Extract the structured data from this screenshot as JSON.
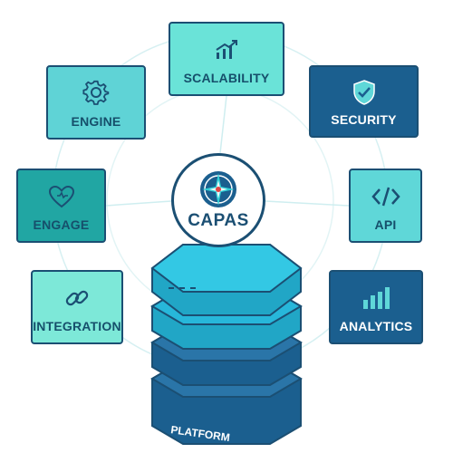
{
  "hub": {
    "label": "CAPAS"
  },
  "tiles": {
    "scalability": "SCALABILITY",
    "security": "SECURITY",
    "engine": "ENGINE",
    "engage": "ENGAGE",
    "api": "API",
    "integration": "INTEGRATION",
    "analytics": "ANALYTICS"
  },
  "stack": {
    "label": "PLATFORM"
  },
  "icons": [
    "growth-chart-icon",
    "shield-check-icon",
    "gear-icon",
    "heart-icon",
    "code-brackets-icon",
    "link-icon",
    "bar-chart-icon",
    "compass-icon"
  ],
  "colors": {
    "light_teal": "#6ae3d8",
    "teal": "#21a6a3",
    "navy": "#1b5f8f",
    "outline": "#1b4f73",
    "stack_top": "#27b7da"
  }
}
